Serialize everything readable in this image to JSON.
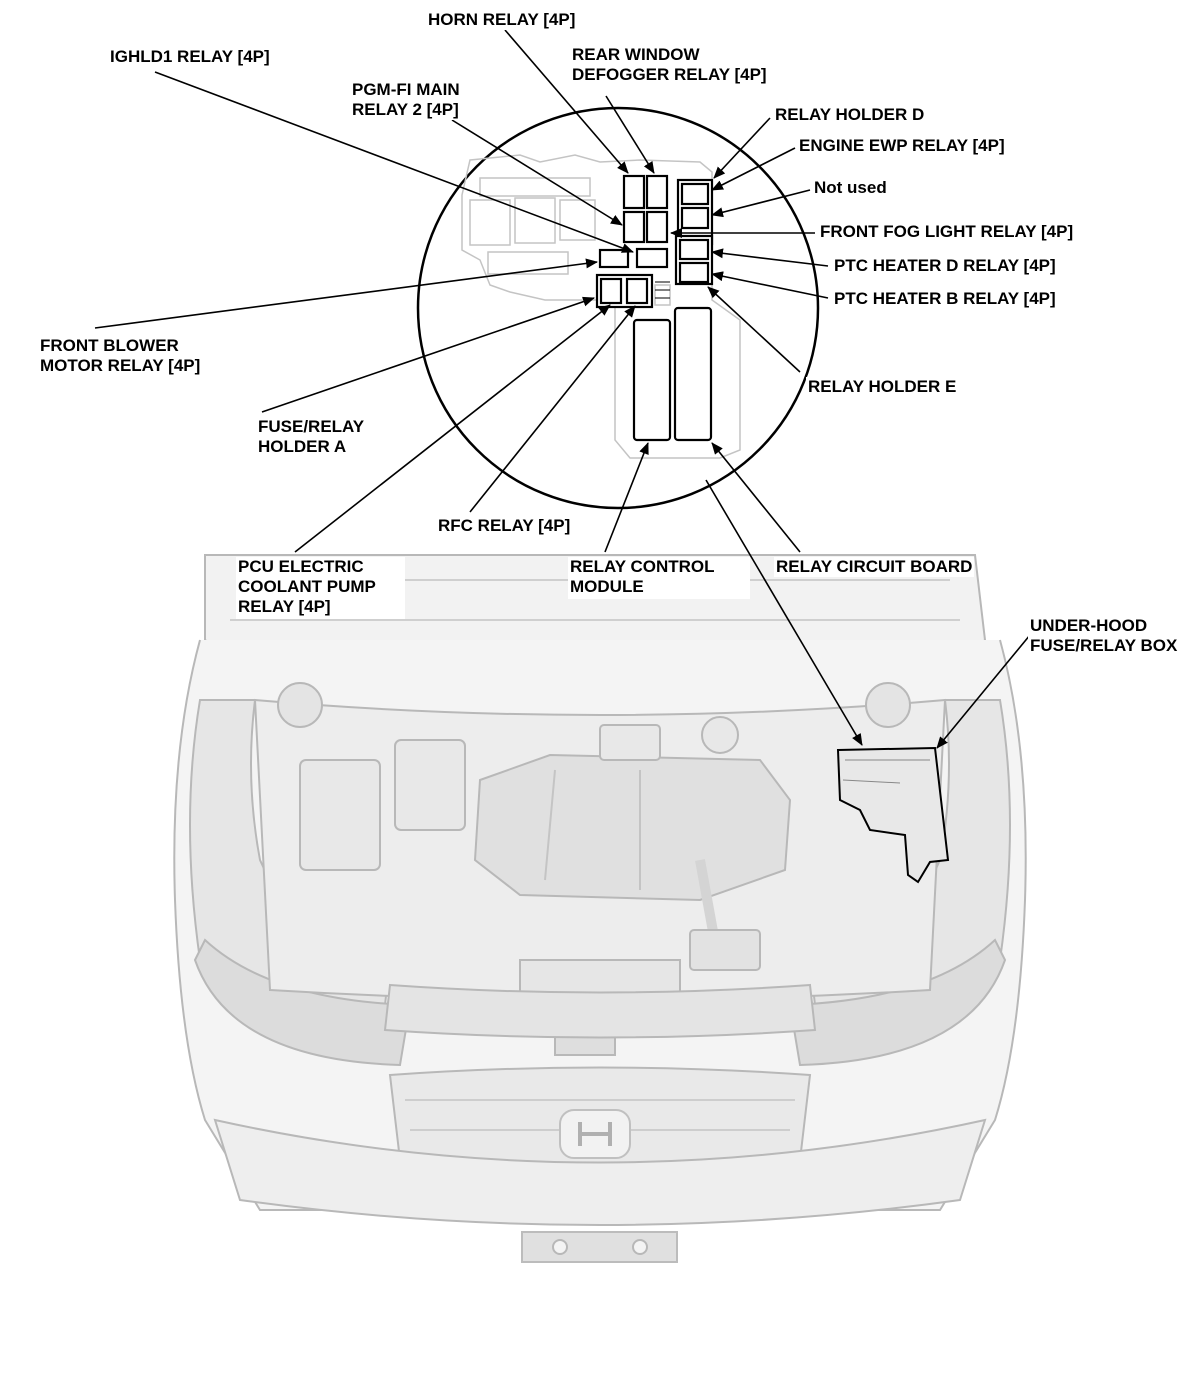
{
  "callouts": {
    "horn_relay": "HORN RELAY [4P]",
    "ighld1_relay": "IGHLD1 RELAY [4P]",
    "rear_window_defogger_relay": [
      "REAR WINDOW",
      "DEFOGGER RELAY [4P]"
    ],
    "pgm_fi_main_relay_2": [
      "PGM-FI MAIN",
      "RELAY 2 [4P]"
    ],
    "relay_holder_d": "RELAY HOLDER D",
    "engine_ewp_relay": "ENGINE EWP RELAY [4P]",
    "not_used": "Not used",
    "front_fog_light_relay": "FRONT FOG LIGHT RELAY [4P]",
    "ptc_heater_d_relay": "PTC HEATER D RELAY [4P]",
    "ptc_heater_b_relay": "PTC HEATER B RELAY [4P]",
    "front_blower_motor_relay": [
      "FRONT BLOWER",
      "MOTOR RELAY [4P]"
    ],
    "relay_holder_e": "RELAY HOLDER E",
    "fuse_relay_holder_a": [
      "FUSE/RELAY",
      "HOLDER A"
    ],
    "rfc_relay": "RFC RELAY [4P]",
    "pcu_electric_coolant_pump_relay": [
      "PCU ELECTRIC",
      "COOLANT PUMP",
      "RELAY [4P]"
    ],
    "relay_control_module": [
      "RELAY CONTROL",
      "MODULE"
    ],
    "relay_circuit_board": "RELAY CIRCUIT BOARD",
    "under_hood_fuse_relay_box": [
      "UNDER-HOOD",
      "FUSE/RELAY BOX"
    ]
  },
  "colors": {
    "ink": "#000000",
    "vehicle_line": "#b8b8b8",
    "vehicle_fill": "#f0f0f0",
    "vehicle_shade": "#e2e2e2",
    "fusebox_fill": "#e8e8e8"
  }
}
